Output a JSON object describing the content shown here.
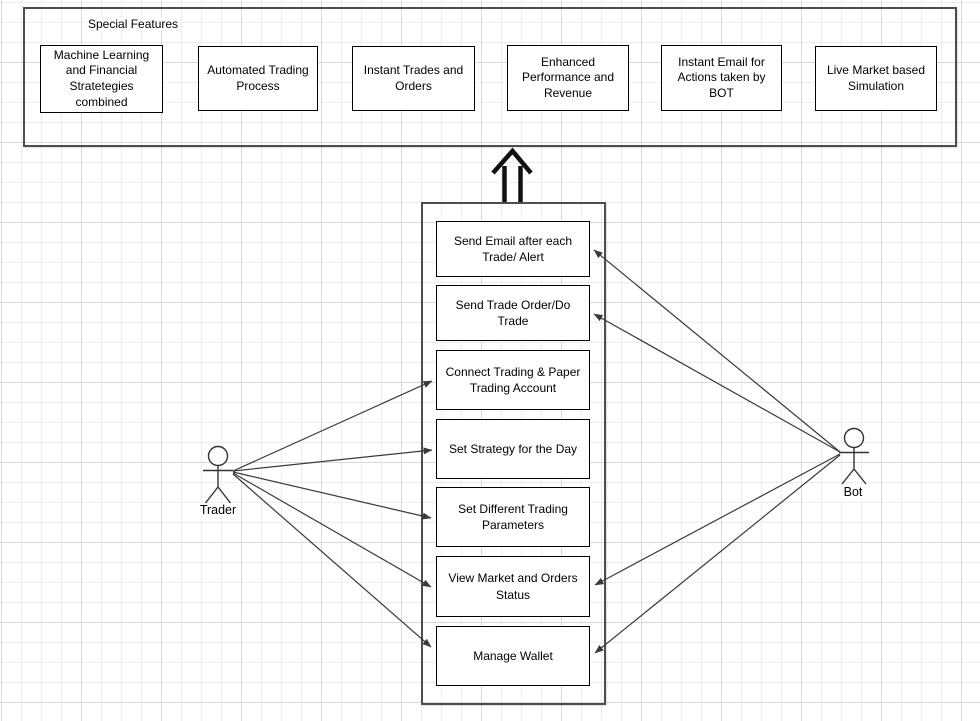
{
  "title_label": "Special Features",
  "special_features": {
    "title": "Special Features",
    "items": [
      "Machine Learning and Financial Stratetegies combined",
      "Automated Trading Process",
      "Instant Trades and Orders",
      "Enhanced Performance and Revenue",
      "Instant Email for Actions taken by BOT",
      "Live Market based Simulation"
    ]
  },
  "use_cases": [
    "Send Email after each Trade/ Alert",
    "Send Trade Order/Do Trade",
    "Connect Trading & Paper Trading Account",
    "Set Strategy for the Day",
    "Set Different Trading Parameters",
    "View Market and Orders Status",
    "Manage Wallet"
  ],
  "actors": [
    {
      "name": "Trader",
      "side": "left",
      "connects_to": [
        "Connect Trading & Paper Trading Account",
        "Set Strategy for the Day",
        "Set Different Trading Parameters",
        "View Market and Orders Status",
        "Manage Wallet"
      ]
    },
    {
      "name": "Bot",
      "side": "right",
      "connects_to": [
        "Send Email after each Trade/ Alert",
        "Send Trade Order/Do Trade",
        "View Market and Orders Status",
        "Manage Wallet"
      ]
    }
  ],
  "colors": {
    "shape_border": "#000000",
    "frame_border": "#4d4d4d",
    "connector": "#3a3a3a",
    "grid_minor": "#ededed",
    "grid_major": "#d8d8d8",
    "background": "#ffffff"
  }
}
